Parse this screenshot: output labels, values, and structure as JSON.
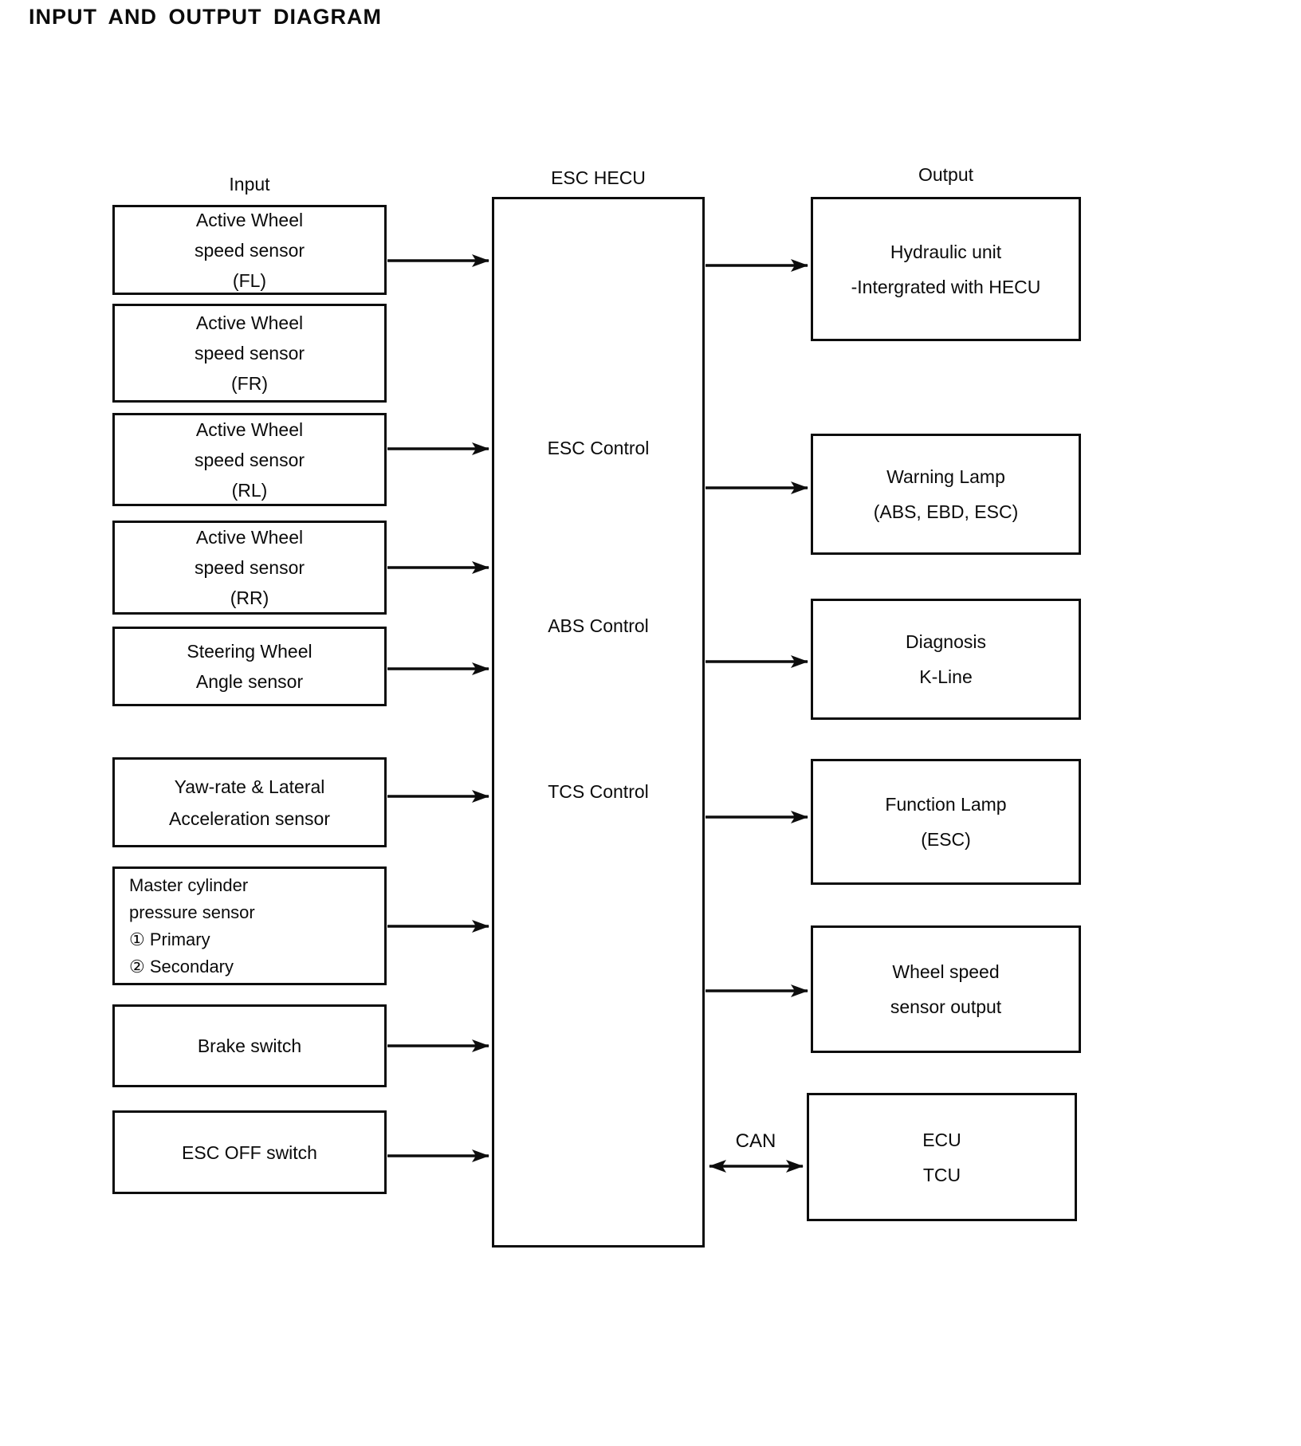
{
  "title": "INPUT AND OUTPUT DIAGRAM",
  "headers": {
    "input": "Input",
    "center": "ESC HECU",
    "output": "Output"
  },
  "inputs": [
    {
      "lines": [
        "Active Wheel",
        "speed sensor",
        "(FL)"
      ]
    },
    {
      "lines": [
        "Active Wheel",
        "speed sensor",
        "(FR)"
      ]
    },
    {
      "lines": [
        "Active Wheel",
        "speed sensor",
        "(RL)"
      ]
    },
    {
      "lines": [
        "Active Wheel",
        "speed sensor",
        "(RR)"
      ]
    },
    {
      "lines": [
        "Steering Wheel",
        "Angle sensor"
      ]
    },
    {
      "lines": [
        "Yaw-rate & Lateral",
        "Acceleration sensor"
      ]
    },
    {
      "lines": [
        "Master cylinder",
        "pressure sensor",
        "① Primary",
        "② Secondary"
      ]
    },
    {
      "lines": [
        "Brake switch"
      ]
    },
    {
      "lines": [
        "ESC OFF switch"
      ]
    }
  ],
  "center_functions": [
    "ESC Control",
    "ABS Control",
    "TCS Control"
  ],
  "outputs": [
    {
      "lines": [
        "Hydraulic unit",
        "-Intergrated with HECU"
      ]
    },
    {
      "lines": [
        "Warning Lamp",
        "(ABS, EBD, ESC)"
      ]
    },
    {
      "lines": [
        "Diagnosis",
        "K-Line"
      ]
    },
    {
      "lines": [
        "Function Lamp",
        "(ESC)"
      ]
    },
    {
      "lines": [
        "Wheel speed",
        "sensor output"
      ]
    },
    {
      "lines": [
        "ECU",
        "TCU"
      ]
    }
  ],
  "bus_label": "CAN"
}
